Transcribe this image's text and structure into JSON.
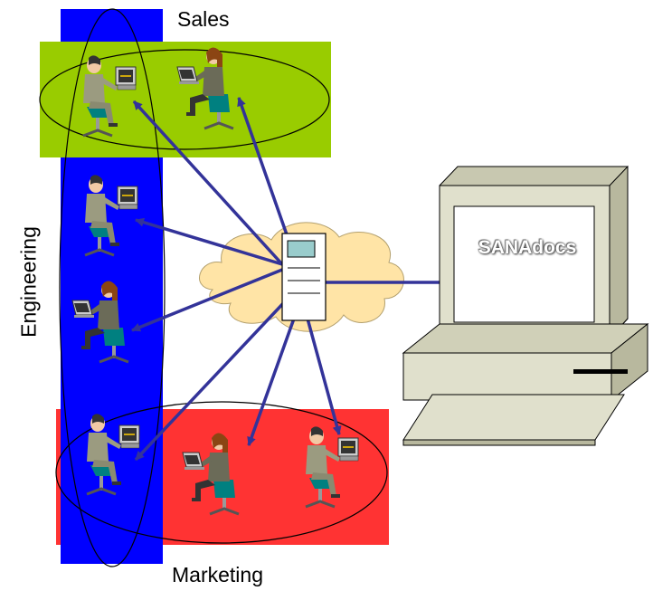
{
  "labels": {
    "sales": "Sales",
    "engineering": "Engineering",
    "marketing": "Marketing"
  },
  "computer": {
    "screen_text": "SANAdocs"
  },
  "colors": {
    "sales_group": "#99cc00",
    "engineering_group": "#0000ff",
    "marketing_group": "#ff3333",
    "cloud": "#ffe4a6",
    "arrow": "#333399",
    "computer_body": "#e0e0cc"
  }
}
